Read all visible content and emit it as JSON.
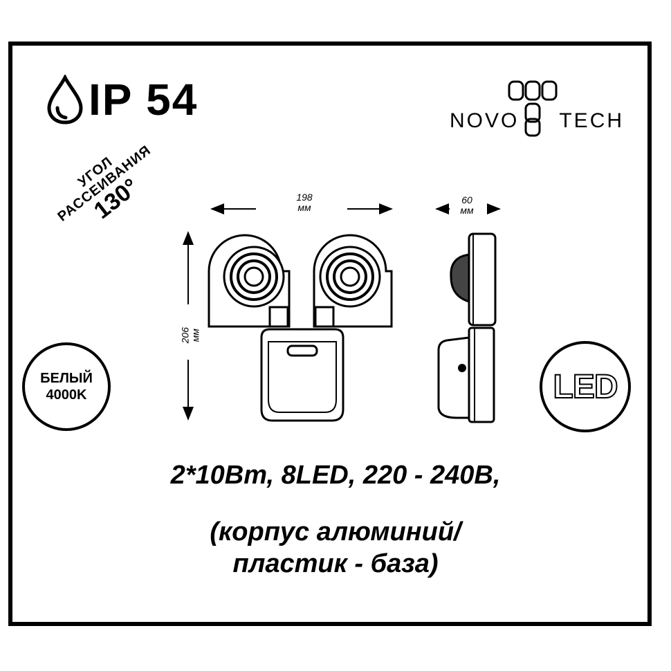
{
  "protection": {
    "rating": "IP 54"
  },
  "brand": {
    "left": "NOVO",
    "right": "TECH"
  },
  "beam_angle": {
    "line1": "УГОЛ",
    "line2": "РАССЕИВАНИЯ",
    "value": "130°"
  },
  "color_badge": {
    "line1": "БЕЛЫЙ",
    "line2": "4000K"
  },
  "led_badge": {
    "label": "LED"
  },
  "dimensions": {
    "width": {
      "value": "198",
      "unit": "мм"
    },
    "depth": {
      "value": "60",
      "unit": "мм"
    },
    "height": {
      "value": "206",
      "unit": "мм"
    }
  },
  "specs": {
    "line1": "2*10Вт, 8LED, 220 - 240В,",
    "line2": "(корпус алюминий/",
    "line3": "пластик - база)"
  }
}
